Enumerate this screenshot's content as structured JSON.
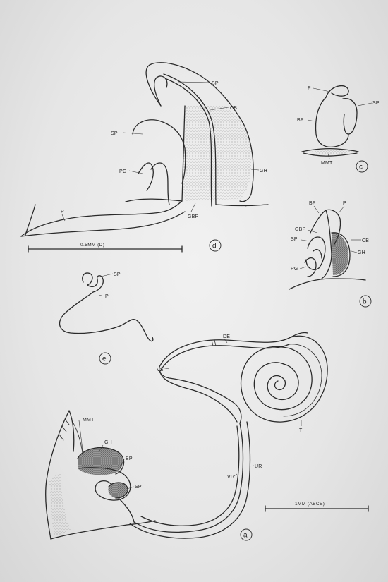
{
  "panels": {
    "a": {
      "panel_label": "a",
      "labels": {
        "de": "DE",
        "vs": "VS",
        "mmt": "MMT",
        "gh": "GH",
        "bp": "BP",
        "sp": "SP",
        "vd": "VD",
        "ur": "UR",
        "t": "T"
      },
      "scale_label": "1MM (ABCE)"
    },
    "b": {
      "panel_label": "b",
      "labels": {
        "bp": "BP",
        "p": "P",
        "gbp": "GBP",
        "sp": "SP",
        "cb": "CB",
        "gh": "GH",
        "pg": "PG"
      }
    },
    "c": {
      "panel_label": "c",
      "labels": {
        "p": "P",
        "sp": "SP",
        "bp": "BP",
        "mmt": "MMT"
      }
    },
    "d": {
      "panel_label": "d",
      "labels": {
        "bp": "BP",
        "cb": "CB",
        "sp": "SP",
        "gh": "GH",
        "pg": "PG",
        "p": "P",
        "gbp": "GBP"
      },
      "scale_label": "0.5MM (D)"
    },
    "e": {
      "panel_label": "e",
      "labels": {
        "sp": "SP",
        "p": "P"
      }
    }
  }
}
